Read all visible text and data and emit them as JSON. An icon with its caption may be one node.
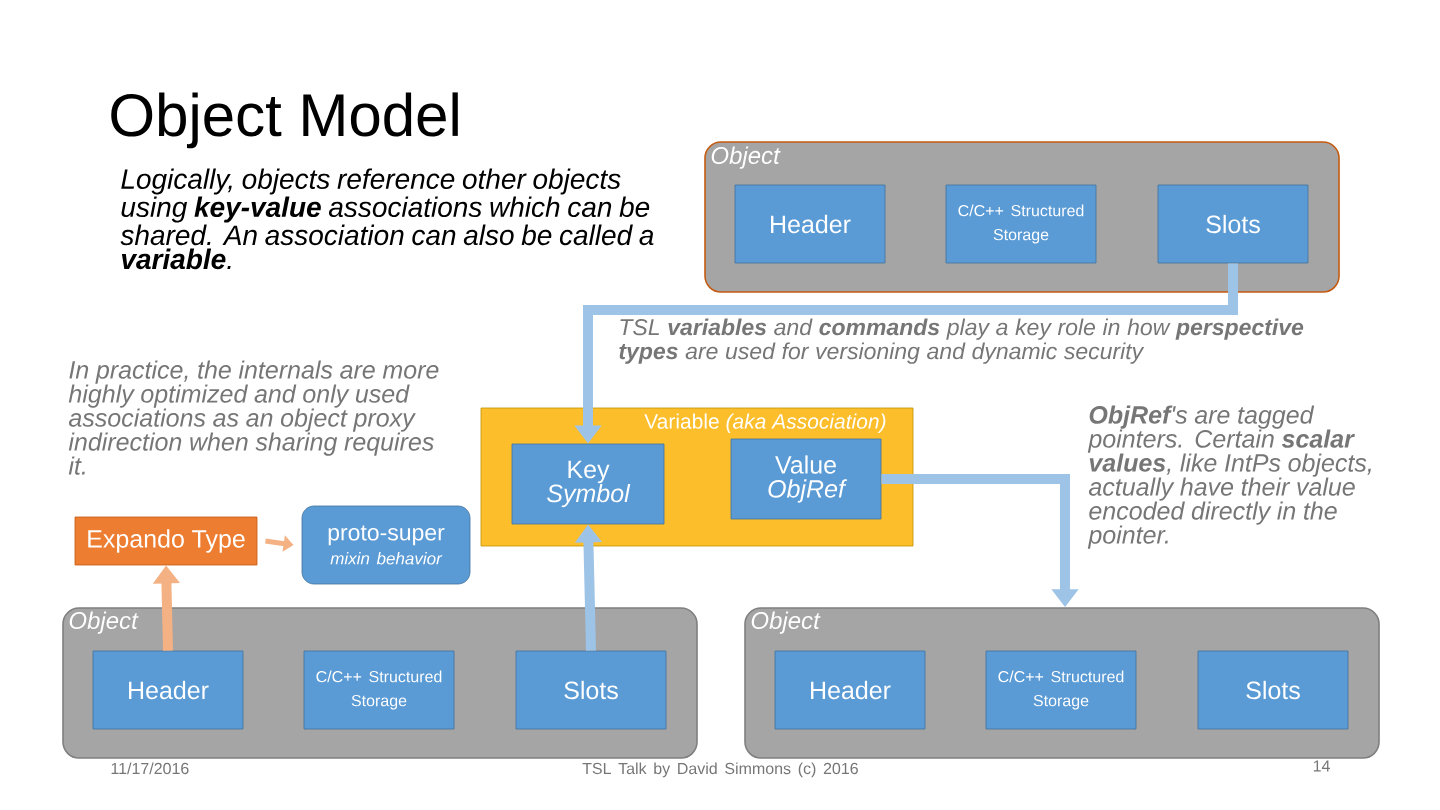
{
  "diagram": {
    "title": "Object Model",
    "nodes": [
      {
        "text": [
          "Object"
        ]
      },
      {
        "text": [
          "Header"
        ],
        "in": 0
      },
      {
        "text": [
          "C/C++ Structured Storage"
        ],
        "in": 0
      },
      {
        "text": [
          "Slots"
        ],
        "in": 0
      },
      {
        "text": [
          "Variable *(aka Association)*"
        ]
      },
      {
        "text": [
          "Key",
          "Symbol"
        ],
        "in": 4
      },
      {
        "text": [
          "Value",
          "ObjRef"
        ],
        "in": 4
      },
      {
        "text": [
          "Expando Type"
        ]
      },
      {
        "text": [
          "proto-super",
          "mixin behavior"
        ]
      },
      {
        "text": [
          "Object"
        ]
      },
      {
        "text": [
          "Header"
        ],
        "in": 9
      },
      {
        "text": [
          "C/C++ Structured Storage"
        ],
        "in": 9
      },
      {
        "text": [
          "Slots"
        ],
        "in": 9
      },
      {
        "text": [
          "Object"
        ]
      },
      {
        "text": [
          "Header"
        ],
        "in": 13
      },
      {
        "text": [
          "C/C++ Structured Storage"
        ],
        "in": 13
      },
      {
        "text": [
          "Slots"
        ],
        "in": 13
      }
    ],
    "edges": [
      {
        "from": 3,
        "to": 5,
        "arrow": "to",
        "color": "#9dc3e6"
      },
      {
        "from": 12,
        "to": 5,
        "arrow": "to",
        "color": "#9dc3e6"
      },
      {
        "from": 6,
        "to": 13,
        "arrow": "to",
        "color": "#9dc3e6"
      },
      {
        "from": 10,
        "to": 7,
        "arrow": "to",
        "color": "#f4b183"
      },
      {
        "from": 7,
        "to": 8,
        "arrow": "to",
        "color": "#f4b183"
      }
    ],
    "labels": [
      "Logically, objects reference other objects using **key-value** associations which can be shared. An association can also be called a **variable**.",
      "In practice, the internals are more highly optimized and only used associations as an object proxy indirection when sharing requires it.",
      "TSL **variables** and **commands** play a key role in how **perspective types** are used for versioning and dynamic security",
      "**ObjRef**'s are tagged pointers. Certain **scalar values**, like IntPs objects, actually have their value encoded directly in the pointer.",
      "11/17/2016",
      "TSL Talk by David Simmons (c) 2016",
      "14"
    ]
  }
}
